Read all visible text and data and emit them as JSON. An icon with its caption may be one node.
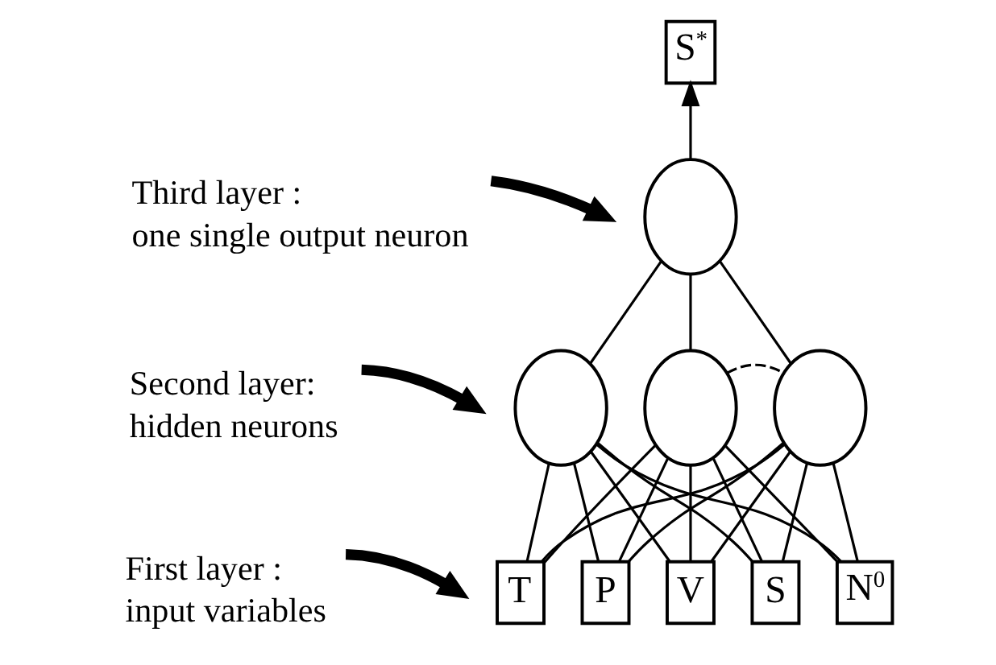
{
  "diagram": {
    "nodes": [
      {
        "text": [
          "S$^{*}$"
        ]
      },
      {
        "text": [
          "Third layer :",
          "one single output neuron"
        ]
      },
      {
        "text": [],
        "shape": "circle"
      },
      {
        "text": [
          "Second layer:",
          "hidden neurons"
        ]
      },
      {
        "text": [],
        "shape": "circle"
      },
      {
        "text": [],
        "shape": "circle"
      },
      {
        "text": [],
        "shape": "circle"
      },
      {
        "text": [
          "First layer :",
          "input variables"
        ]
      },
      {
        "text": [
          "T"
        ]
      },
      {
        "text": [
          "P"
        ]
      },
      {
        "text": [
          "V"
        ]
      },
      {
        "text": [
          "S"
        ]
      },
      {
        "text": [
          "N$^{0}$"
        ]
      }
    ],
    "edges": [
      {
        "from": 2,
        "to": 0,
        "arrow": "to"
      },
      {
        "from": 1,
        "to": null,
        "arrow": "to",
        "style": "thick"
      },
      {
        "from": 4,
        "to": 2,
        "arrow": "none"
      },
      {
        "from": 5,
        "to": 2,
        "arrow": "none"
      },
      {
        "from": 6,
        "to": 2,
        "arrow": "none"
      },
      {
        "from": 3,
        "to": null,
        "arrow": "to",
        "style": "thick"
      },
      {
        "from": 5,
        "to": 6,
        "arrow": "none",
        "style": "dashed"
      },
      {
        "from": 8,
        "to": 4,
        "arrow": "none"
      },
      {
        "from": 8,
        "to": 5,
        "arrow": "none"
      },
      {
        "from": 8,
        "to": 6,
        "arrow": "none"
      },
      {
        "from": 9,
        "to": 4,
        "arrow": "none"
      },
      {
        "from": 9,
        "to": 5,
        "arrow": "none"
      },
      {
        "from": 9,
        "to": 6,
        "arrow": "none"
      },
      {
        "from": 10,
        "to": 4,
        "arrow": "none"
      },
      {
        "from": 10,
        "to": 5,
        "arrow": "none"
      },
      {
        "from": 10,
        "to": 6,
        "arrow": "none"
      },
      {
        "from": 11,
        "to": 4,
        "arrow": "none"
      },
      {
        "from": 11,
        "to": 5,
        "arrow": "none"
      },
      {
        "from": 11,
        "to": 6,
        "arrow": "none"
      },
      {
        "from": 12,
        "to": 4,
        "arrow": "none"
      },
      {
        "from": 12,
        "to": 5,
        "arrow": "none"
      },
      {
        "from": 12,
        "to": 6,
        "arrow": "none"
      },
      {
        "from": 7,
        "to": null,
        "arrow": "to",
        "style": "thick"
      }
    ]
  }
}
